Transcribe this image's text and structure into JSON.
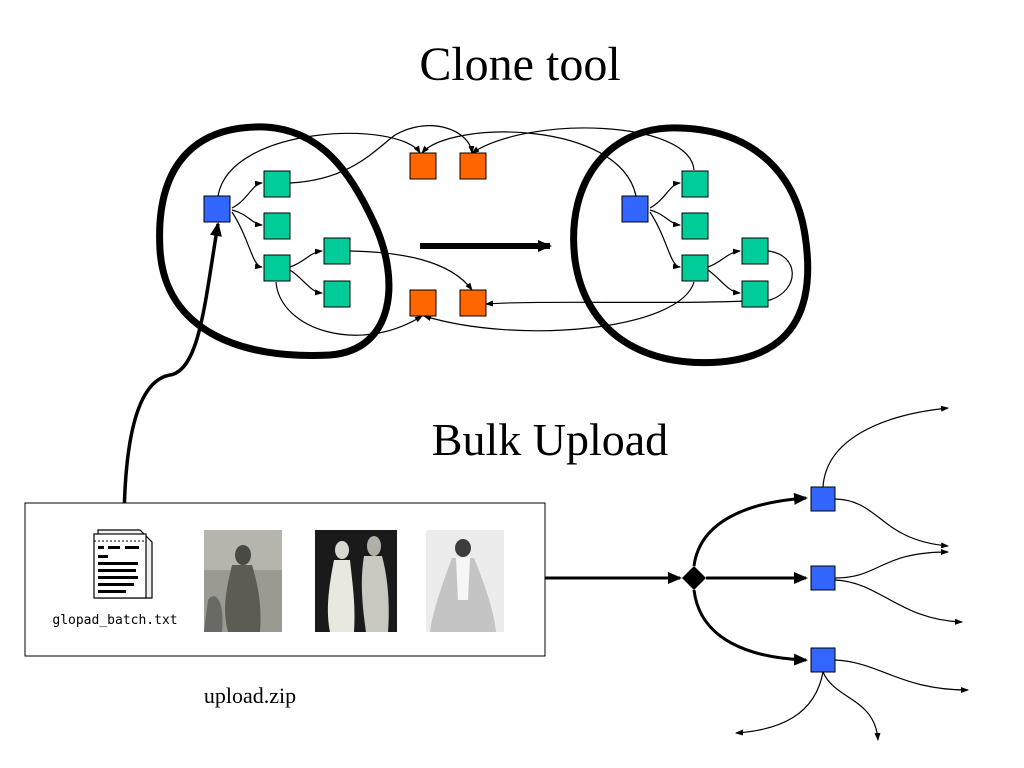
{
  "titles": {
    "clone_tool": "Clone tool",
    "bulk_upload": "Bulk Upload"
  },
  "upload": {
    "file_label": "glopad_batch.txt",
    "zip_label": "upload.zip",
    "photos": [
      "photo-1",
      "photo-2",
      "photo-3"
    ]
  },
  "colors": {
    "root_node": "#3366ff",
    "child_node": "#00cc99",
    "external_node": "#ff6600",
    "junction": "#000000",
    "outline": "#000000"
  }
}
